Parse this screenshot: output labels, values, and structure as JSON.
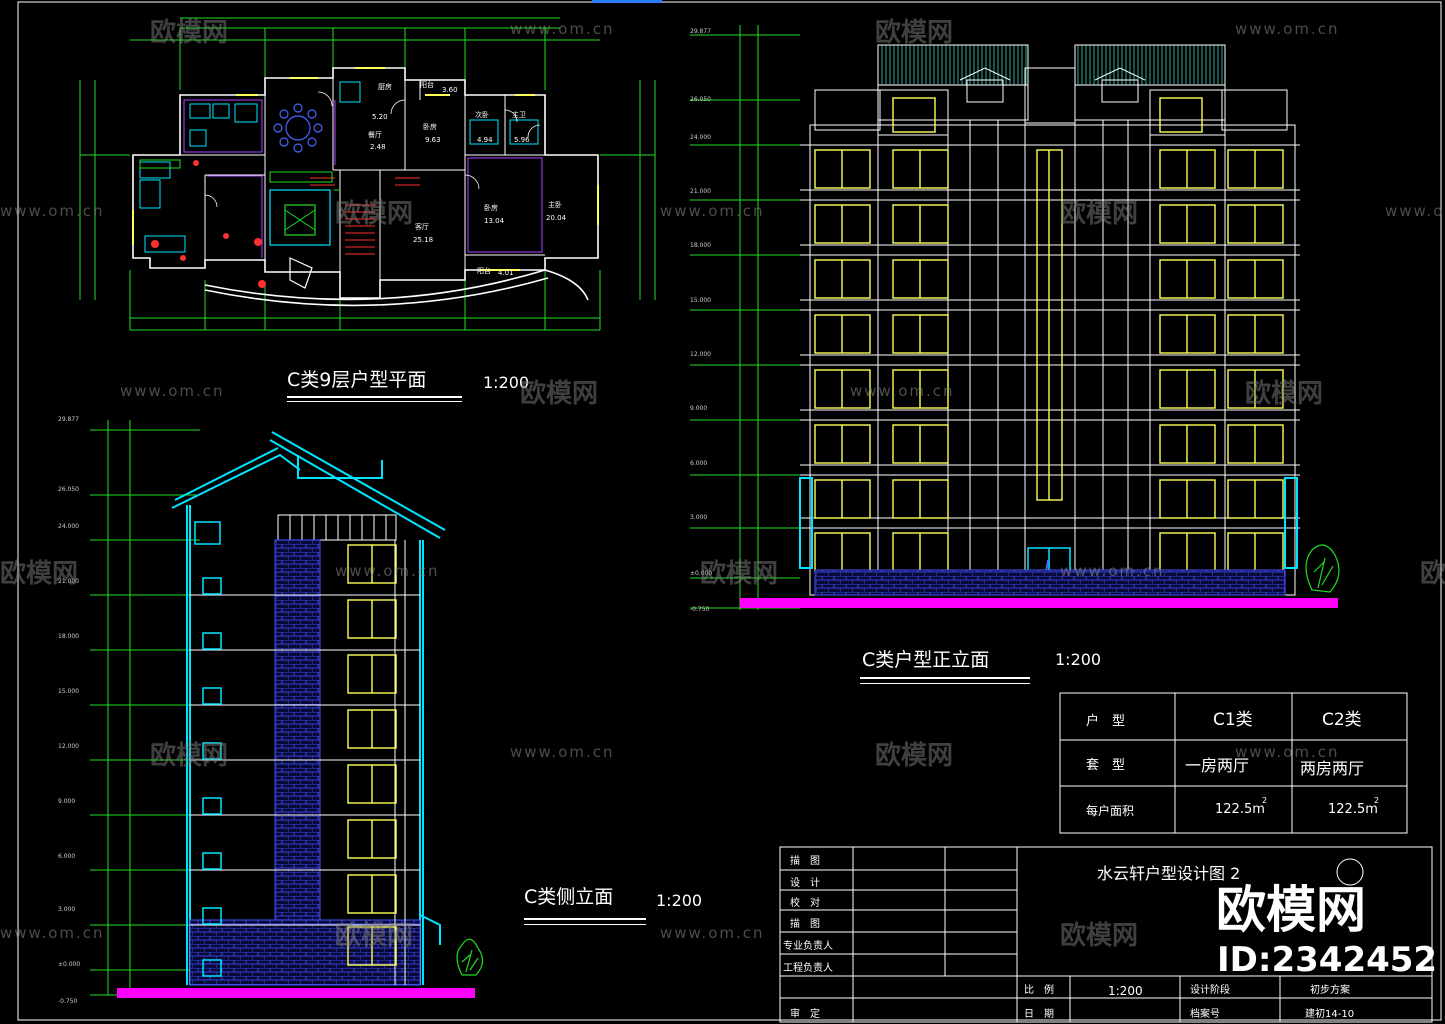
{
  "drawings": {
    "plan": {
      "title": "C类9层户型平面",
      "scale": "1:200"
    },
    "front": {
      "title": "C类户型正立面",
      "scale": "1:200"
    },
    "side": {
      "title": "C类侧立面",
      "scale": "1:200"
    }
  },
  "rooms": [
    {
      "name": "厨房",
      "area": "5.20"
    },
    {
      "name": "阳台",
      "area": "3.60"
    },
    {
      "name": "餐厅",
      "area": "2.48"
    },
    {
      "name": "卧房",
      "area": "9.63"
    },
    {
      "name": "次卧",
      "area": "4.94"
    },
    {
      "name": "主卫",
      "area": "5.96"
    },
    {
      "name": "卧房",
      "area": "13.04"
    },
    {
      "name": "主卧",
      "area": "20.04"
    },
    {
      "name": "客厅",
      "area": "25.18"
    },
    {
      "name": "阳台",
      "area": "4.01"
    }
  ],
  "elevation_marks": [
    "29.877",
    "26.050",
    "24.000",
    "21.000",
    "18.000",
    "15.000",
    "12.000",
    "9.000",
    "6.000",
    "3.000",
    "±0.000",
    "-0.750"
  ],
  "unit_table": {
    "headers": [
      "户　型",
      "C1类",
      "C2类"
    ],
    "rows": [
      {
        "label": "套　型",
        "c1": "一房两厅",
        "c2": "两房两厅"
      },
      {
        "label": "每户面积",
        "c1": "122.5m",
        "c2": "122.5m",
        "sup": "2"
      }
    ]
  },
  "title_block": {
    "roles": [
      "描　图",
      "设　计",
      "校　对",
      "描　图",
      "专业负责人",
      "工程负责人"
    ],
    "project_title": "水云轩户型设计图  2",
    "bottom_left": [
      "审　定"
    ],
    "ratio_label": "比　例",
    "ratio_value": "1:200",
    "date_label": "日　期",
    "stage_label": "设计阶段",
    "stage_value": "初步方案",
    "archive_label": "档案号",
    "archive_value": "建初14-10"
  },
  "watermark": {
    "site": "www.om.cn",
    "cn": "欧模网",
    "brand": "欧模网",
    "id": "ID:2342452"
  },
  "colors": {
    "background": "#000000",
    "line_white": "#ffffff",
    "cyan": "#00e5ff",
    "magenta": "#ff00ff",
    "yellow": "#ffff55",
    "green": "#22dd22",
    "blue_brick": "#4455ff",
    "red": "#ff3030",
    "purple": "#b040ff"
  }
}
